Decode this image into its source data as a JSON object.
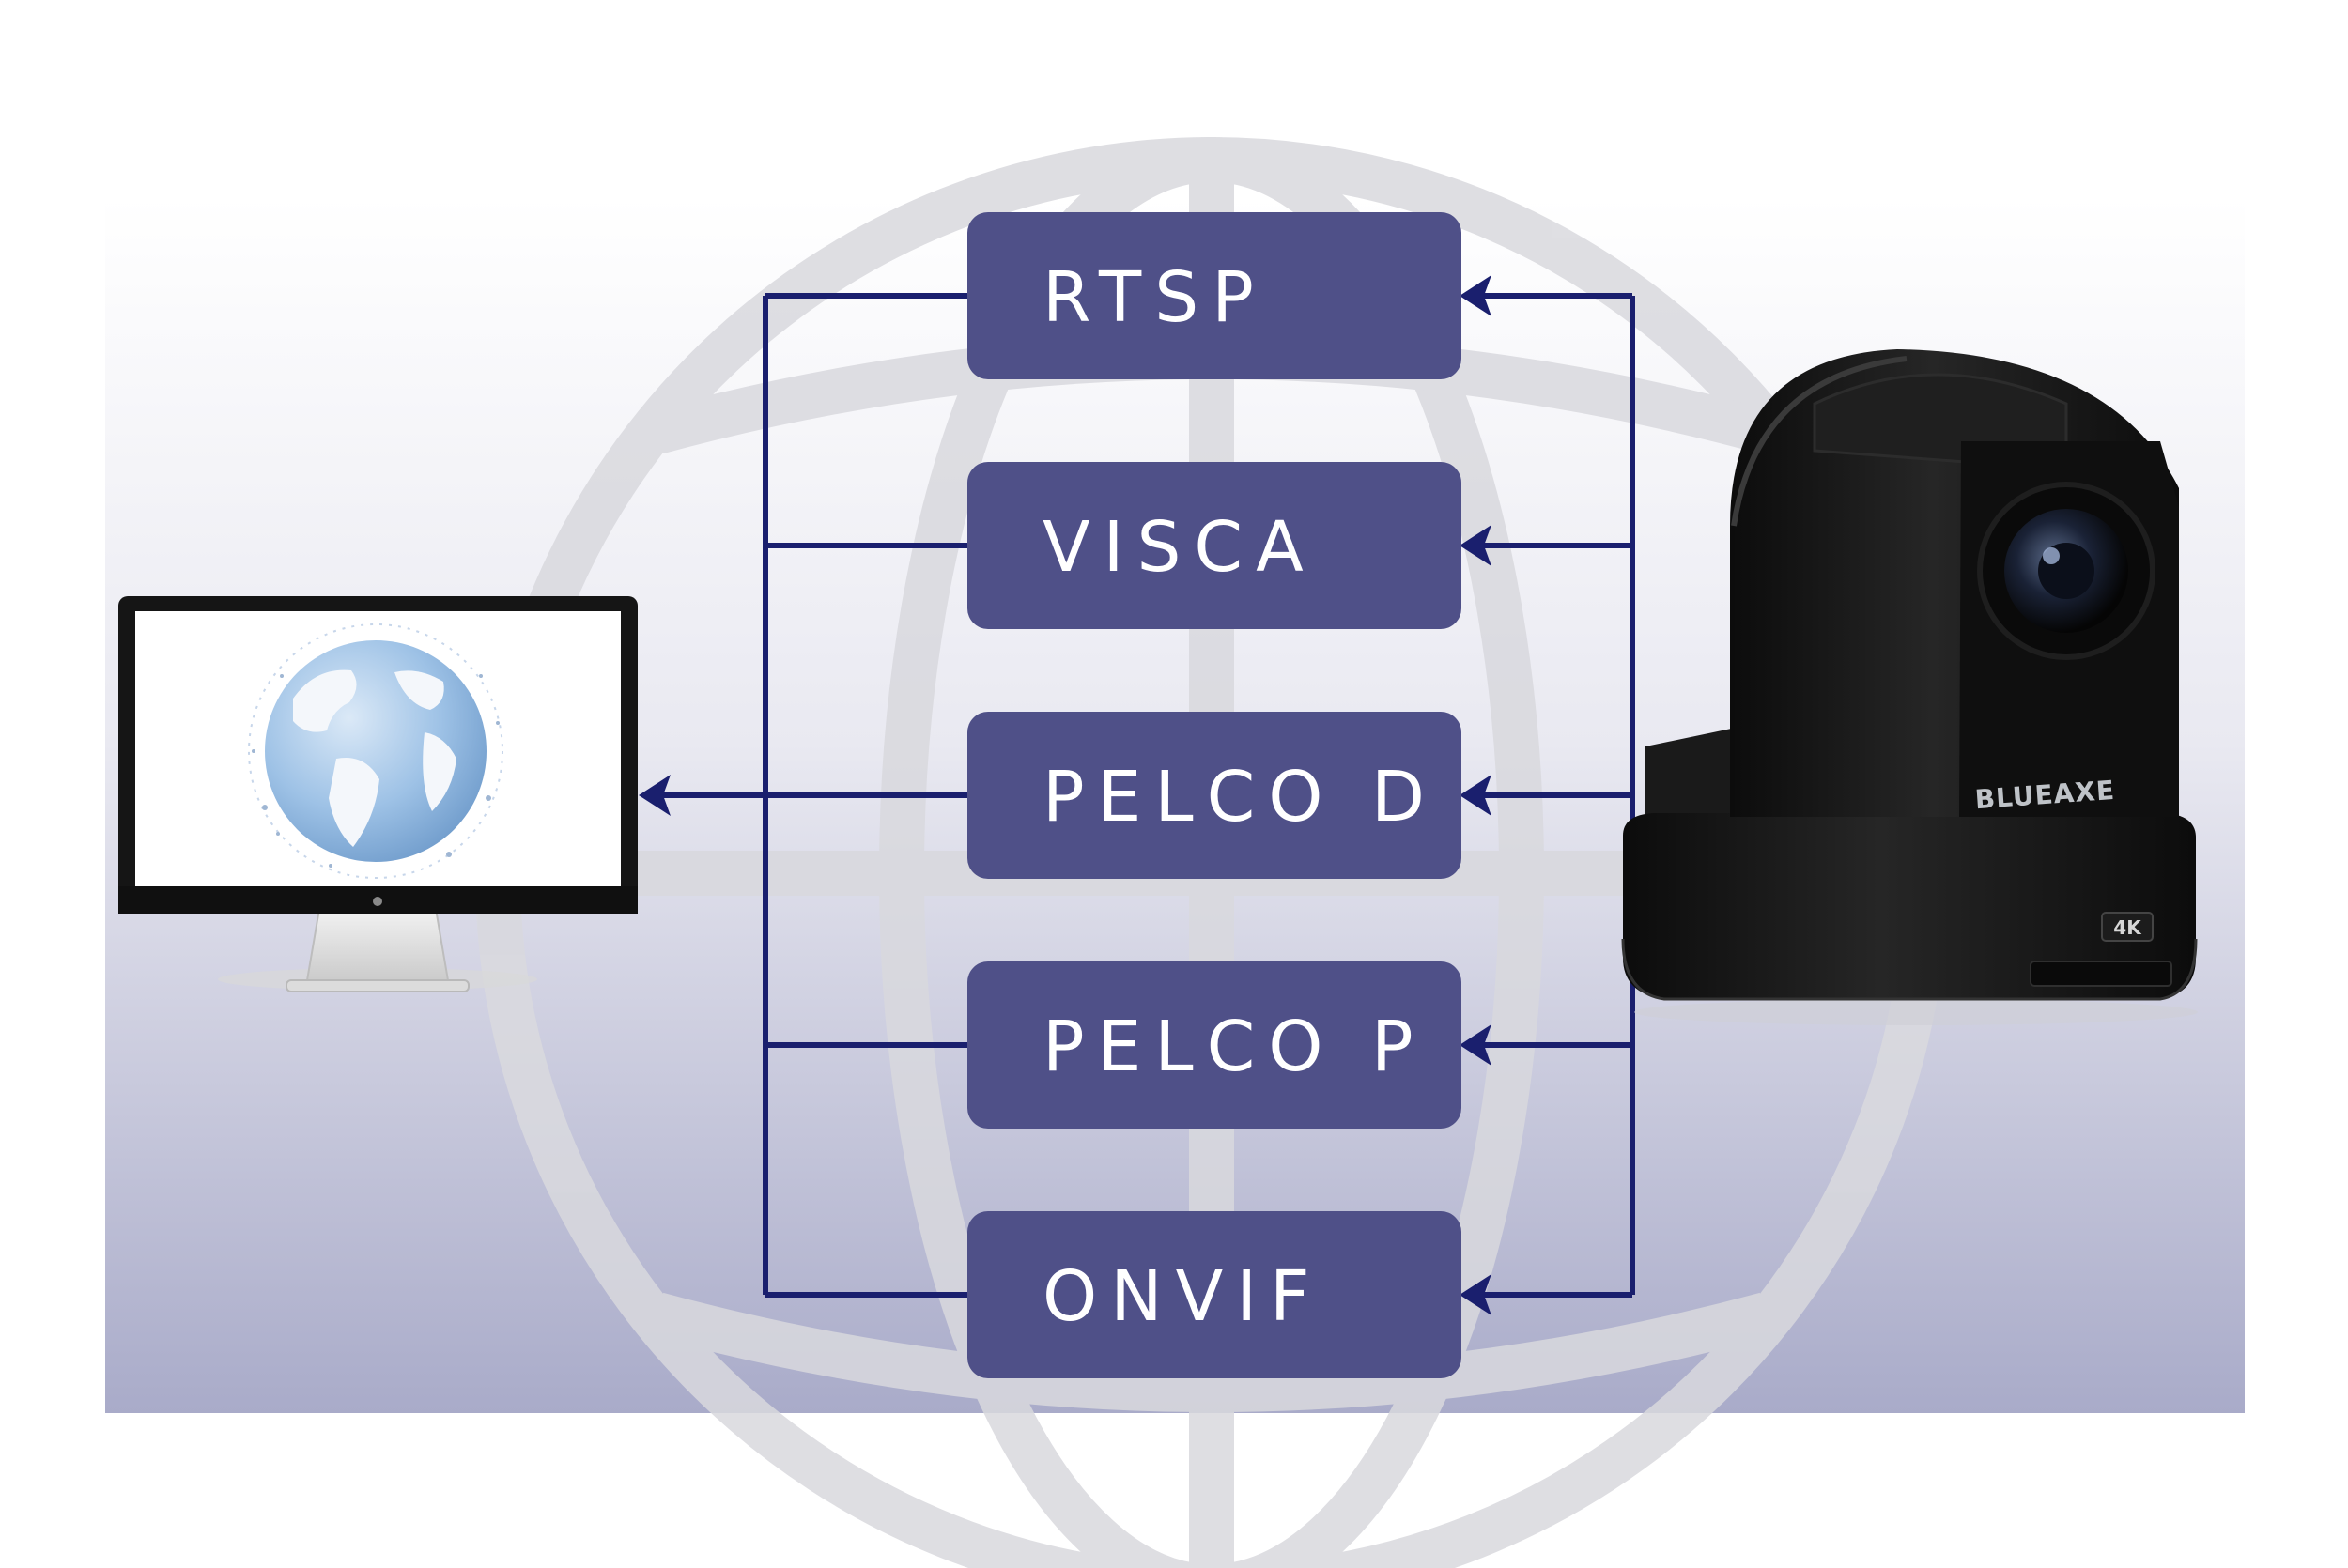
{
  "diagram": {
    "protocols": [
      {
        "id": "rtsp",
        "label": "RTSP"
      },
      {
        "id": "visca",
        "label": "VISCA"
      },
      {
        "id": "pelco-d",
        "label": "PELCO D"
      },
      {
        "id": "pelco-p",
        "label": "PELCO P"
      },
      {
        "id": "onvif",
        "label": "ONVIF"
      }
    ],
    "camera": {
      "brand": "BLUEAXE",
      "badge": "4K"
    },
    "colors": {
      "box_fill": "#4f5088",
      "connector": "#1a1f6e",
      "globe_watermark": "#e2e2e6",
      "band_top": "#ffffff",
      "band_bottom": "#a9abc9",
      "camera_body": "#141414"
    },
    "icons": {
      "monitor": "monitor-icon",
      "globe": "earth-globe-icon",
      "camera": "ptz-camera-icon",
      "watermark": "globe-watermark-icon"
    }
  }
}
